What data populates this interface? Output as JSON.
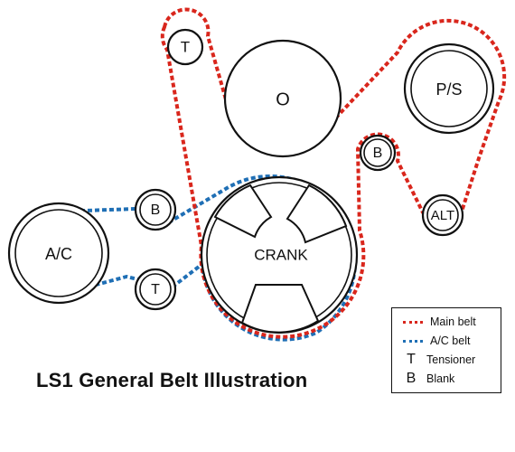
{
  "pulleys": {
    "tensioner_top": "T",
    "water_pump": "O",
    "power_steering": "P/S",
    "blank_right": "B",
    "alternator": "ALT",
    "crank": "CRANK",
    "ac_compressor": "A/C",
    "blank_left": "B",
    "tensioner_left": "T"
  },
  "caption": "LS1 General Belt Illustration",
  "legend": {
    "items": [
      {
        "symbol": "swatch",
        "color": "#d9261c",
        "label": "Main belt"
      },
      {
        "symbol": "swatch",
        "color": "#1f6fb5",
        "label": "A/C belt"
      },
      {
        "symbol": "T",
        "label": "Tensioner"
      },
      {
        "symbol": "B",
        "label": "Blank"
      }
    ]
  },
  "colors": {
    "main_belt": "#d9261c",
    "ac_belt": "#1f6fb5"
  }
}
